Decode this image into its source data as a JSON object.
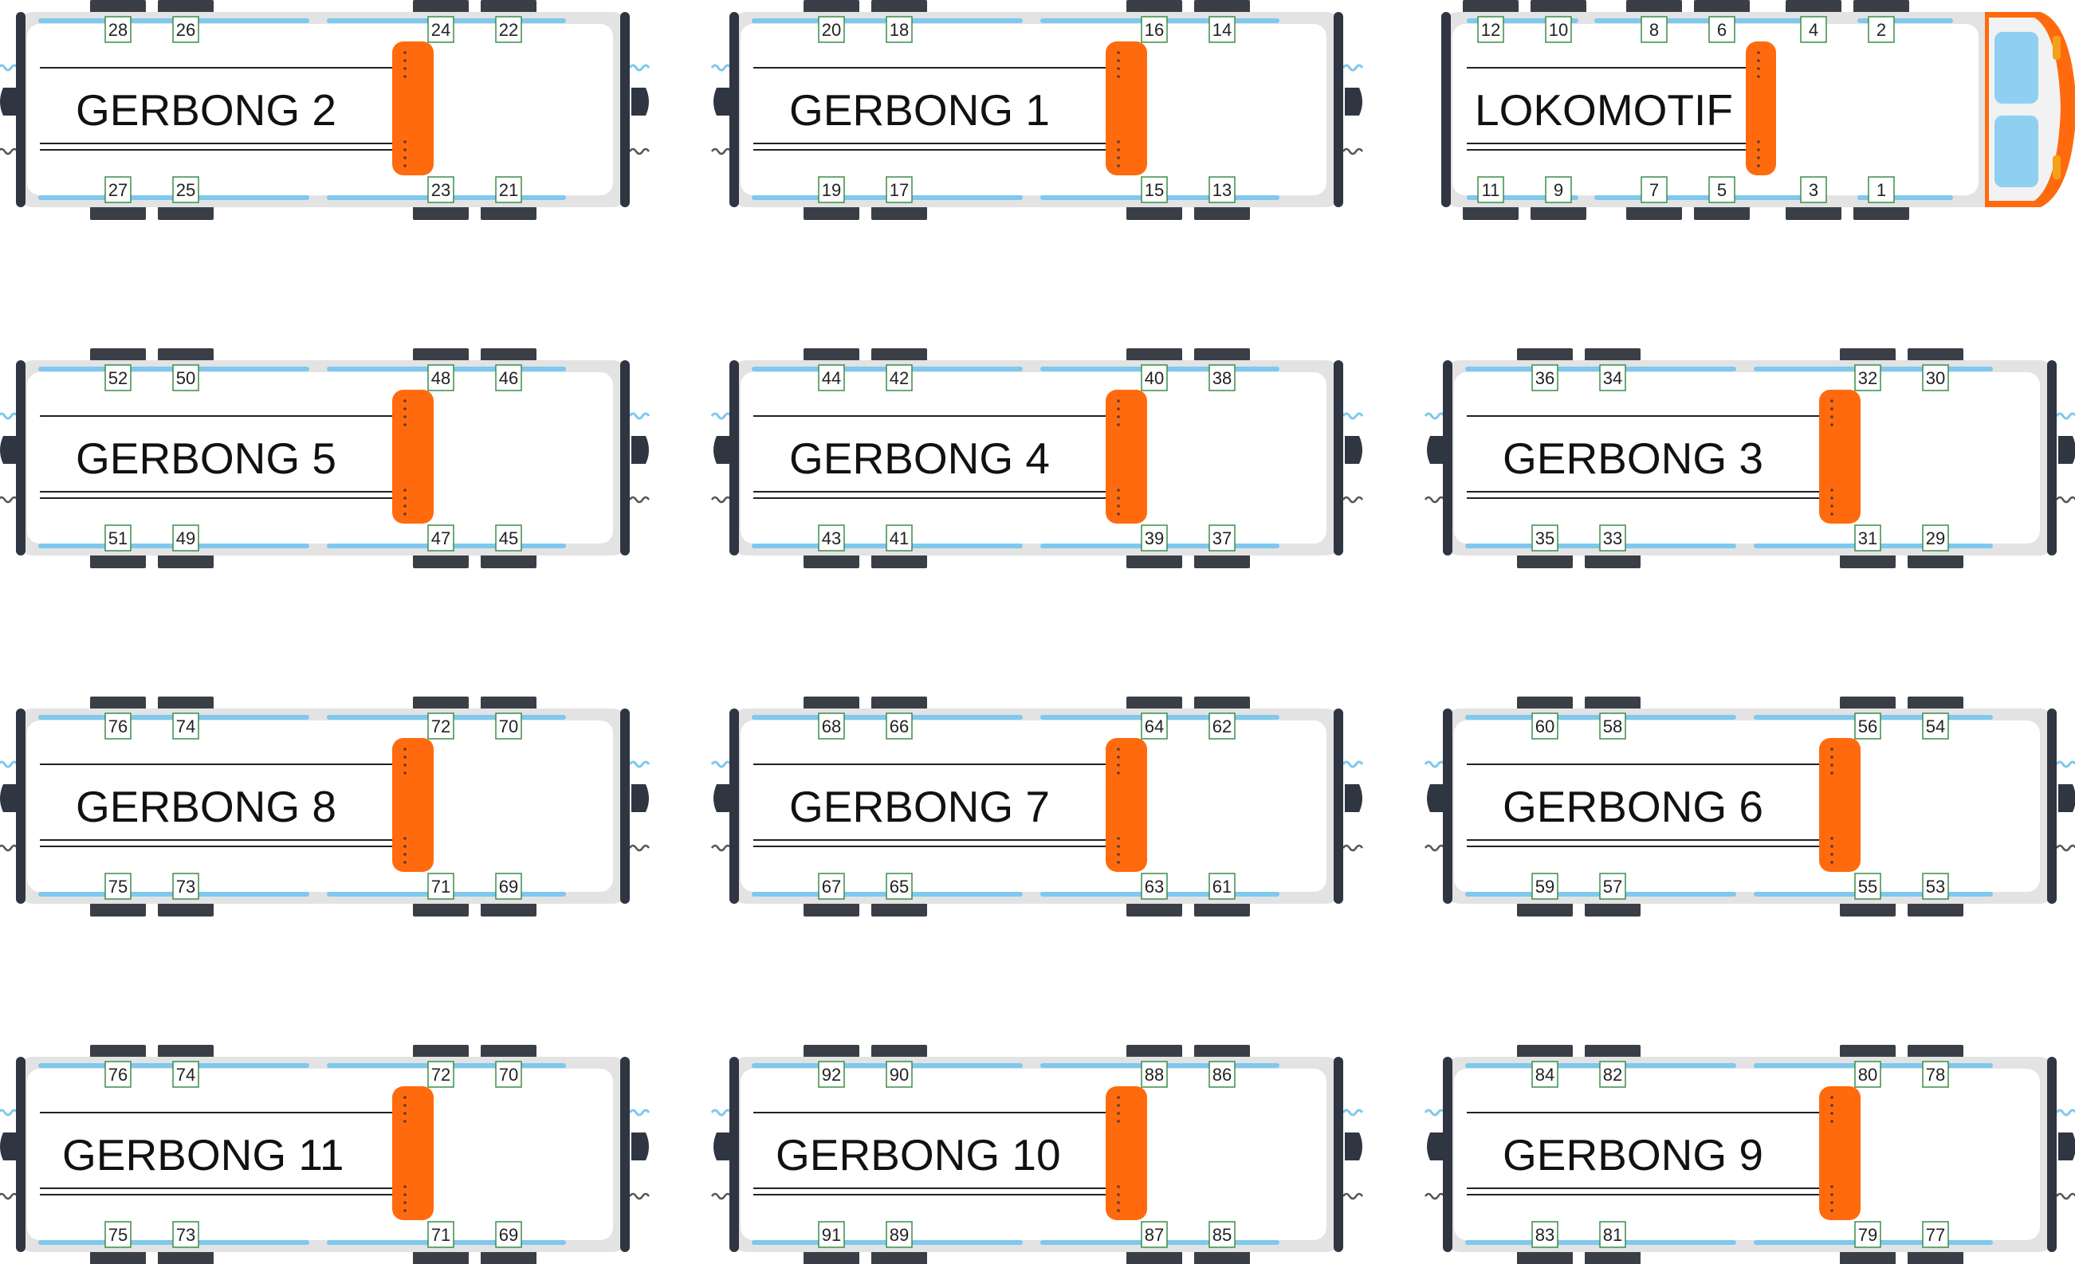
{
  "colors": {
    "body": "#e3e3e3",
    "interior": "#ffffff",
    "outline": "#2f3642",
    "window": "#7fc8ee",
    "door": "#ff6a0e",
    "wheel": "#3a3f47",
    "seat_border": "#3b8e46",
    "cab_orange": "#ff6a0e",
    "cab_glass": "#8fd0f2"
  },
  "cars": [
    {
      "id": "gerbong-2",
      "label": "GERBONG 2",
      "row": 0,
      "col": 0,
      "top": [
        28,
        26,
        24,
        22
      ],
      "bottom": [
        27,
        25,
        23,
        21
      ]
    },
    {
      "id": "gerbong-1",
      "label": "GERBONG 1",
      "row": 0,
      "col": 1,
      "top": [
        20,
        18,
        16,
        14
      ],
      "bottom": [
        19,
        17,
        15,
        13
      ]
    },
    {
      "id": "lokomotif",
      "label": "LOKOMOTIF",
      "row": 0,
      "col": 2,
      "locomotive": true,
      "top": [
        12,
        10,
        8,
        6,
        4,
        2
      ],
      "bottom": [
        11,
        9,
        7,
        5,
        3,
        1
      ]
    },
    {
      "id": "gerbong-5",
      "label": "GERBONG 5",
      "row": 1,
      "col": 0,
      "top": [
        52,
        50,
        48,
        46
      ],
      "bottom": [
        51,
        49,
        47,
        45
      ]
    },
    {
      "id": "gerbong-4",
      "label": "GERBONG 4",
      "row": 1,
      "col": 1,
      "top": [
        44,
        42,
        40,
        38
      ],
      "bottom": [
        43,
        41,
        39,
        37
      ]
    },
    {
      "id": "gerbong-3",
      "label": "GERBONG 3",
      "row": 1,
      "col": 2,
      "top": [
        36,
        34,
        32,
        30
      ],
      "bottom": [
        35,
        33,
        31,
        29
      ]
    },
    {
      "id": "gerbong-8",
      "label": "GERBONG 8",
      "row": 2,
      "col": 0,
      "top": [
        76,
        74,
        72,
        70
      ],
      "bottom": [
        75,
        73,
        71,
        69
      ]
    },
    {
      "id": "gerbong-7",
      "label": "GERBONG 7",
      "row": 2,
      "col": 1,
      "top": [
        68,
        66,
        64,
        62
      ],
      "bottom": [
        67,
        65,
        63,
        61
      ]
    },
    {
      "id": "gerbong-6",
      "label": "GERBONG 6",
      "row": 2,
      "col": 2,
      "top": [
        60,
        58,
        56,
        54
      ],
      "bottom": [
        59,
        57,
        55,
        53
      ]
    },
    {
      "id": "gerbong-11",
      "label": "GERBONG 11",
      "row": 3,
      "col": 0,
      "top": [
        76,
        74,
        72,
        70
      ],
      "bottom": [
        75,
        73,
        71,
        69
      ]
    },
    {
      "id": "gerbong-10",
      "label": "GERBONG 10",
      "row": 3,
      "col": 1,
      "top": [
        92,
        90,
        88,
        86
      ],
      "bottom": [
        91,
        89,
        87,
        85
      ]
    },
    {
      "id": "gerbong-9",
      "label": "GERBONG 9",
      "row": 3,
      "col": 2,
      "top": [
        84,
        82,
        80,
        78
      ],
      "bottom": [
        83,
        81,
        79,
        77
      ]
    }
  ]
}
